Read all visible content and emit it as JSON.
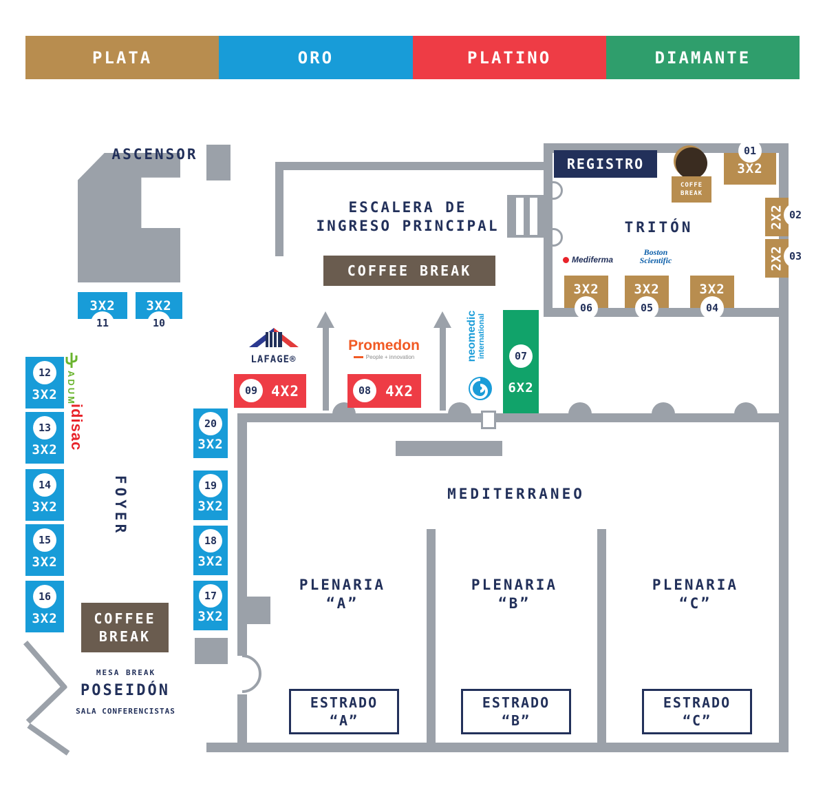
{
  "legend": {
    "items": [
      {
        "label": "PLATA",
        "color": "#b88d4f"
      },
      {
        "label": "ORO",
        "color": "#189cd8"
      },
      {
        "label": "PLATINO",
        "color": "#ee3c45"
      },
      {
        "label": "DIAMANTE",
        "color": "#2f9e6c"
      }
    ]
  },
  "rooms": {
    "ascensor": "ASCENSOR",
    "escalera_line1": "ESCALERA DE",
    "escalera_line2": "INGRESO PRINCIPAL",
    "triton": "TRITÓN",
    "mediterraneo": "MEDITERRANEO",
    "foyer": "FOYER",
    "mesa_break": "MESA BREAK",
    "poseidon": "POSEIDÓN",
    "sala_conferencistas": "SALA CONFERENCISTAS"
  },
  "service": {
    "registro": "REGISTRO",
    "coffee_break_main": "COFFEE BREAK",
    "coffee_break_left_line1": "COFFEE",
    "coffee_break_left_line2": "BREAK",
    "coffee_break_small_line1": "COFFE",
    "coffee_break_small_line2": "BREAK"
  },
  "plenarias": [
    {
      "title": "PLENARIA",
      "letter": "“A”"
    },
    {
      "title": "PLENARIA",
      "letter": "“B”"
    },
    {
      "title": "PLENARIA",
      "letter": "“C”"
    }
  ],
  "estrados": [
    {
      "title": "ESTRADO",
      "letter": "“A”"
    },
    {
      "title": "ESTRADO",
      "letter": "“B”"
    },
    {
      "title": "ESTRADO",
      "letter": "“C”"
    }
  ],
  "booths": {
    "b01": {
      "number": "01",
      "size": "3X2",
      "tier": "plata"
    },
    "b02": {
      "number": "02",
      "size": "2X2",
      "tier": "plata"
    },
    "b03": {
      "number": "03",
      "size": "2X2",
      "tier": "plata"
    },
    "b04": {
      "number": "04",
      "size": "3X2",
      "tier": "plata"
    },
    "b05": {
      "number": "05",
      "size": "3X2",
      "tier": "plata"
    },
    "b06": {
      "number": "06",
      "size": "3X2",
      "tier": "plata"
    },
    "b07": {
      "number": "07",
      "size": "6X2",
      "tier": "diamante"
    },
    "b08": {
      "number": "08",
      "size": "4X2",
      "tier": "platino"
    },
    "b09": {
      "number": "09",
      "size": "4X2",
      "tier": "platino"
    },
    "b10": {
      "number": "10",
      "size": "3X2",
      "tier": "oro"
    },
    "b11": {
      "number": "11",
      "size": "3X2",
      "tier": "oro"
    },
    "b12": {
      "number": "12",
      "size": "3X2",
      "tier": "oro"
    },
    "b13": {
      "number": "13",
      "size": "3X2",
      "tier": "oro"
    },
    "b14": {
      "number": "14",
      "size": "3X2",
      "tier": "oro"
    },
    "b15": {
      "number": "15",
      "size": "3X2",
      "tier": "oro"
    },
    "b16": {
      "number": "16",
      "size": "3X2",
      "tier": "oro"
    },
    "b17": {
      "number": "17",
      "size": "3X2",
      "tier": "oro"
    },
    "b18": {
      "number": "18",
      "size": "3X2",
      "tier": "oro"
    },
    "b19": {
      "number": "19",
      "size": "3X2",
      "tier": "oro"
    },
    "b20": {
      "number": "20",
      "size": "3X2",
      "tier": "oro"
    }
  },
  "logos": {
    "lafage": "LAFAGE®",
    "promedon": "Promedon",
    "promedon_tagline": "People + innovation",
    "neomedic_line1": "neomedic",
    "neomedic_line2": "international",
    "adum": "ADUM",
    "idisac": "idisac",
    "mediferma": "Mediferma",
    "boston_scientific_line1": "Boston",
    "boston_scientific_line2": "Scientific"
  }
}
